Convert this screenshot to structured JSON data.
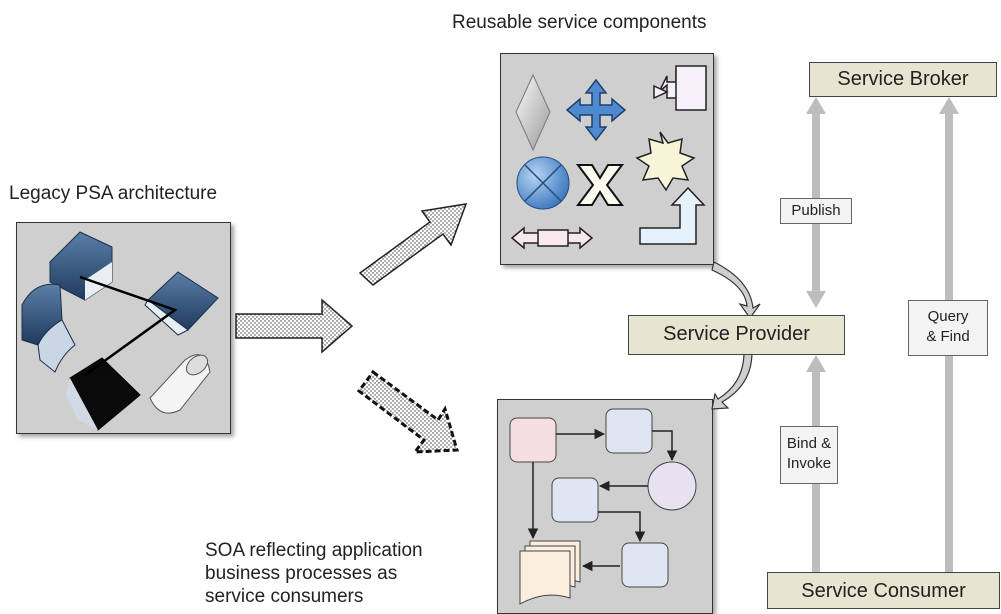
{
  "labels": {
    "reusable": "Reusable service components",
    "legacy": "Legacy PSA architecture",
    "soa_line1": "SOA reflecting application",
    "soa_line2": "business processes as",
    "soa_line3": "service consumers"
  },
  "roles": {
    "broker": "Service Broker",
    "provider": "Service Provider",
    "consumer": "Service Consumer"
  },
  "interactions": {
    "publish": "Publish",
    "bind_line1": "Bind &",
    "bind_line2": "Invoke",
    "query_line1": "Query",
    "query_line2": "& Find"
  },
  "colors": {
    "role_box": "#e8e4d2",
    "panel": "#cfcfcf",
    "arrow_gray": "#bdbdbd"
  }
}
